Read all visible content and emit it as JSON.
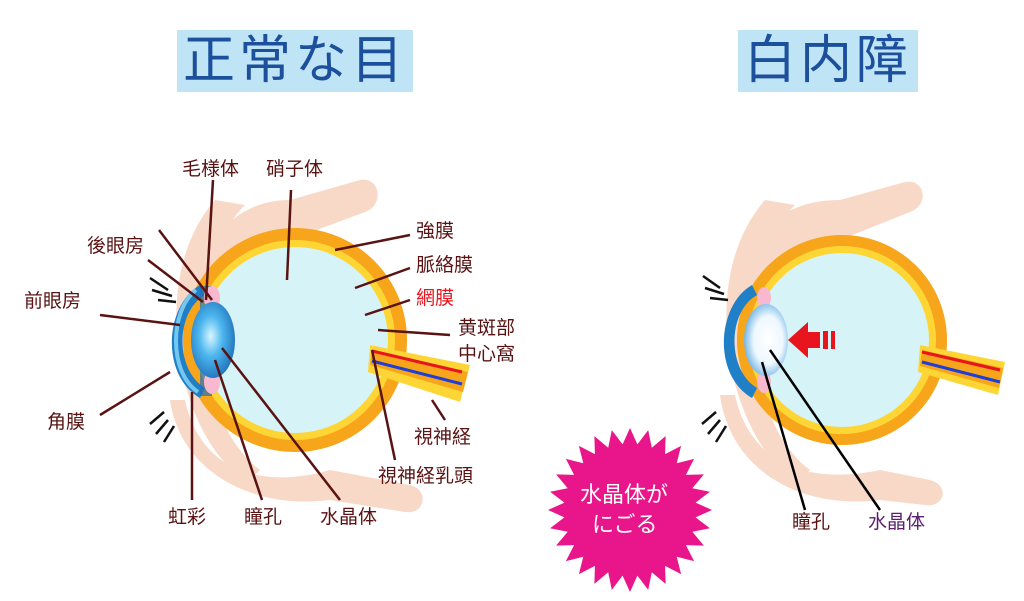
{
  "titles": {
    "normal": "正常な目",
    "cataract": "白内障"
  },
  "labels": {
    "ciliary_body": "毛様体",
    "vitreous": "硝子体",
    "posterior_chamber": "後眼房",
    "anterior_chamber": "前眼房",
    "sclera": "強膜",
    "choroid": "脈絡膜",
    "retina": "網膜",
    "macula_line1": "黄斑部",
    "macula_line2": "中心窩",
    "cornea": "角膜",
    "optic_nerve": "視神経",
    "optic_disc": "視神経乳頭",
    "iris": "虹彩",
    "pupil": "瞳孔",
    "lens": "水晶体"
  },
  "cataract_labels": {
    "pupil": "瞳孔",
    "lens": "水晶体"
  },
  "burst": {
    "line1": "水晶体が",
    "line2": "にごる"
  },
  "colors": {
    "title_bg": "#bfe4f6",
    "title_text": "#1c4f9c",
    "label_text": "#5a1313",
    "retina_label": "#e8141e",
    "burst_fill": "#e8168a",
    "vitreous": "#d6f4f7",
    "sclera": "#f7a51a",
    "choroid": "#fdd635",
    "skin": "#f8d9c7",
    "lens": "#2a8fd6"
  }
}
